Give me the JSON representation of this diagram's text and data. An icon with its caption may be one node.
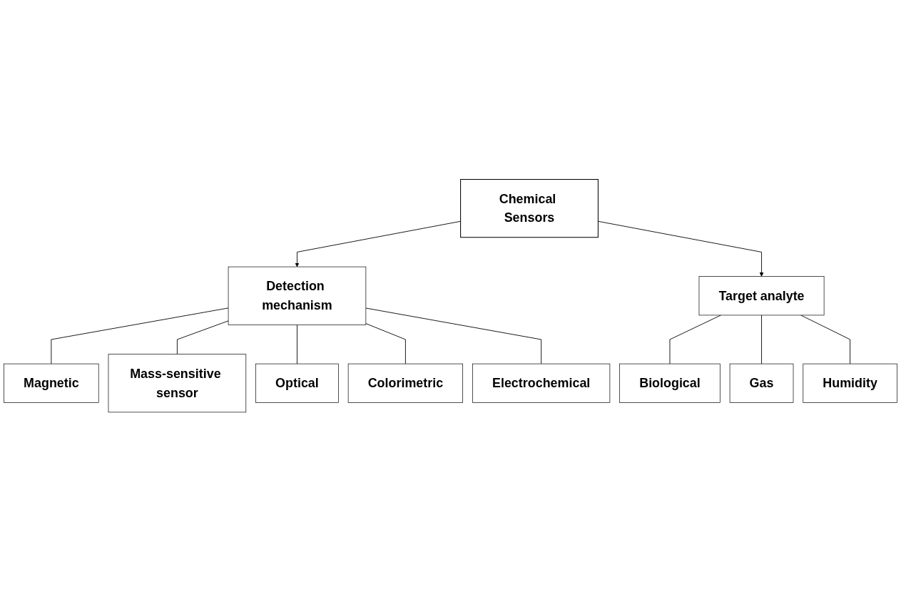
{
  "diagram": {
    "nodes": [
      {
        "text": [
          "Chemical Sensors"
        ]
      },
      {
        "text": [
          "Detection mechanism"
        ]
      },
      {
        "text": [
          "Target analyte"
        ]
      },
      {
        "text": [
          "Magnetic"
        ]
      },
      {
        "text": [
          "Mass-sensitive sensor"
        ]
      },
      {
        "text": [
          "Optical"
        ]
      },
      {
        "text": [
          "Colorimetric"
        ]
      },
      {
        "text": [
          "Electrochemical"
        ]
      },
      {
        "text": [
          "Biological"
        ]
      },
      {
        "text": [
          "Gas"
        ]
      },
      {
        "text": [
          "Humidity"
        ]
      }
    ],
    "edges": [
      {
        "from": 0,
        "to": 1,
        "arrow": "to"
      },
      {
        "from": 0,
        "to": 2,
        "arrow": "to"
      },
      {
        "from": 1,
        "to": 3,
        "arrow": "none"
      },
      {
        "from": 1,
        "to": 4,
        "arrow": "none"
      },
      {
        "from": 1,
        "to": 5,
        "arrow": "none"
      },
      {
        "from": 1,
        "to": 6,
        "arrow": "none"
      },
      {
        "from": 1,
        "to": 7,
        "arrow": "none"
      },
      {
        "from": 2,
        "to": 8,
        "arrow": "none"
      },
      {
        "from": 2,
        "to": 9,
        "arrow": "none"
      },
      {
        "from": 2,
        "to": 10,
        "arrow": "none"
      }
    ]
  }
}
